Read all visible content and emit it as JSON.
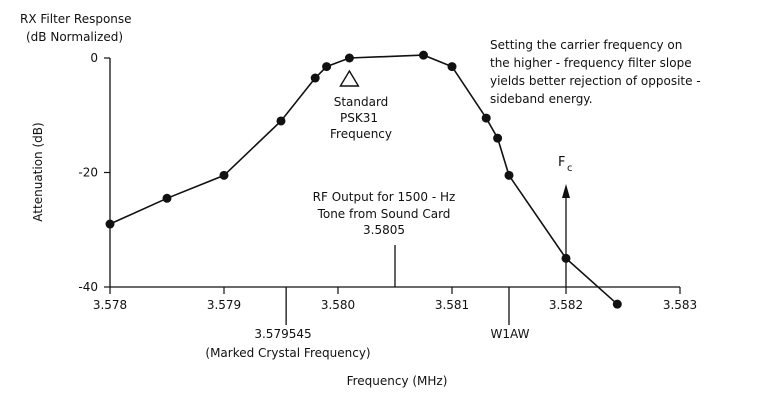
{
  "chart_data": {
    "type": "line",
    "title": "RX Filter Response",
    "subtitle": "(dB Normalized)",
    "xlabel": "Frequency (MHz)",
    "ylabel": "Attenuation (dB)",
    "xlim": [
      3.578,
      3.583
    ],
    "ylim": [
      -40,
      0
    ],
    "x_ticks": [
      "3.578",
      "3.579",
      "3.580",
      "3.581",
      "3.582",
      "3.583"
    ],
    "y_ticks": [
      "0",
      "-20",
      "-40"
    ],
    "grid": false,
    "legend": "none",
    "series": [
      {
        "x": [
          3.578,
          3.5785,
          3.579,
          3.5795,
          3.5798,
          3.5799,
          3.5801,
          3.58075,
          3.581,
          3.5813,
          3.5814,
          3.5815,
          3.582,
          3.58245
        ],
        "y": [
          -29,
          -24.5,
          -20.5,
          -11,
          -3.5,
          -1.5,
          0,
          0.5,
          -1.5,
          -10.5,
          -14,
          -20.5,
          -35,
          -43
        ]
      }
    ],
    "markers": {
      "standard": {
        "x": 3.5801,
        "label_lines": [
          "Standard",
          "PSK31",
          "Frequency"
        ]
      },
      "rf_output": {
        "x": 3.5805,
        "label_lines": [
          "RF Output for 1500 - Hz",
          "Tone from Sound Card",
          "3.5805"
        ]
      },
      "crystal": {
        "x": 3.579545,
        "label_lines": [
          "3.579545",
          "(Marked Crystal Frequency)"
        ]
      },
      "w1aw": {
        "x": 3.5815,
        "label": "W1AW"
      },
      "fc": {
        "x": 3.582,
        "label": "F",
        "sub": "c"
      }
    },
    "annotation": [
      "Setting the carrier frequency on",
      "the higher - frequency filter slope",
      "yields better rejection of opposite -",
      "sideband energy."
    ]
  }
}
